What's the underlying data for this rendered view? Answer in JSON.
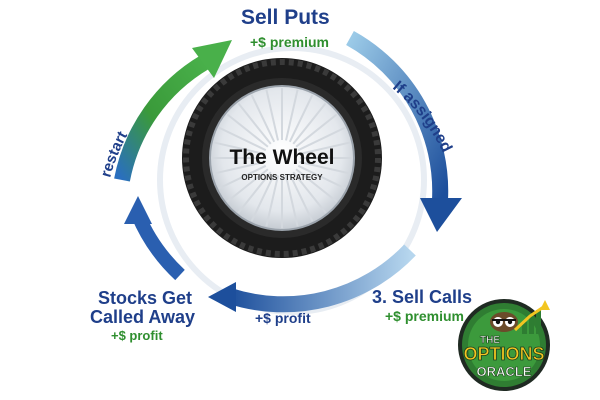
{
  "top_step": {
    "title": "Sell Puts",
    "reward": "+$ premium"
  },
  "arrow_labels": {
    "assigned": "If assigned",
    "restart": "restart"
  },
  "right_step": {
    "title": "3. Sell Calls",
    "reward": "+$ premium"
  },
  "left_step": {
    "title_line1": "Stocks Get",
    "title_line2": "Called Away",
    "reward": "+$ profit"
  },
  "bottom_arrow": {
    "reward": "+$ profit"
  },
  "center": {
    "title": "The Wheel",
    "subtitle": "OPTIONS STRATEGY"
  },
  "logo": {
    "line1": "THE",
    "line2": "OPTIONS",
    "line3": "ORACLE"
  },
  "colors": {
    "blue": "#1f3f8a",
    "green": "#2f8f2f",
    "arrow_blue": "#2a5fb0",
    "arrow_green": "#3aa23a",
    "tire": "#1c1c1c",
    "rim": "#e7eaee"
  },
  "icons": [
    "cycle-arrow-green-icon",
    "cycle-arrow-blue-icon",
    "tire-icon",
    "owl-icon",
    "growth-arrow-icon"
  ]
}
